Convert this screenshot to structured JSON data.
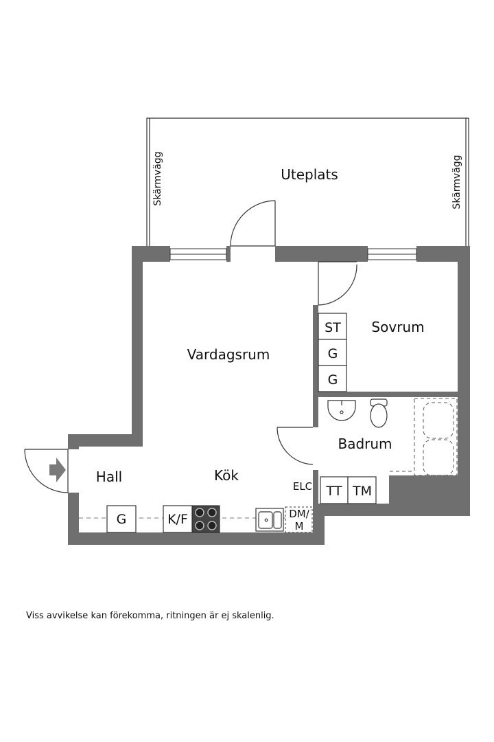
{
  "colors": {
    "wall": "#6f6f6f",
    "line": "#222222",
    "fixture": "#ffffff"
  },
  "labels": {
    "uteplats": "Uteplats",
    "skarmvagg_left": "Skärmvägg",
    "skarmvagg_right": "Skärmvägg",
    "vardagsrum": "Vardagsrum",
    "sovrum": "Sovrum",
    "badrum": "Badrum",
    "hall": "Hall",
    "kok": "Kök",
    "elc": "ELC"
  },
  "fixtures": {
    "st": "ST",
    "g_sovrum_1": "G",
    "g_sovrum_2": "G",
    "g_hall": "G",
    "kf": "K/F",
    "dm_line1": "DM/",
    "dm_line2": "M",
    "tt": "TT",
    "tm": "TM"
  },
  "disclaimer": "Viss avvikelse kan förekomma, ritningen är ej skalenlig."
}
